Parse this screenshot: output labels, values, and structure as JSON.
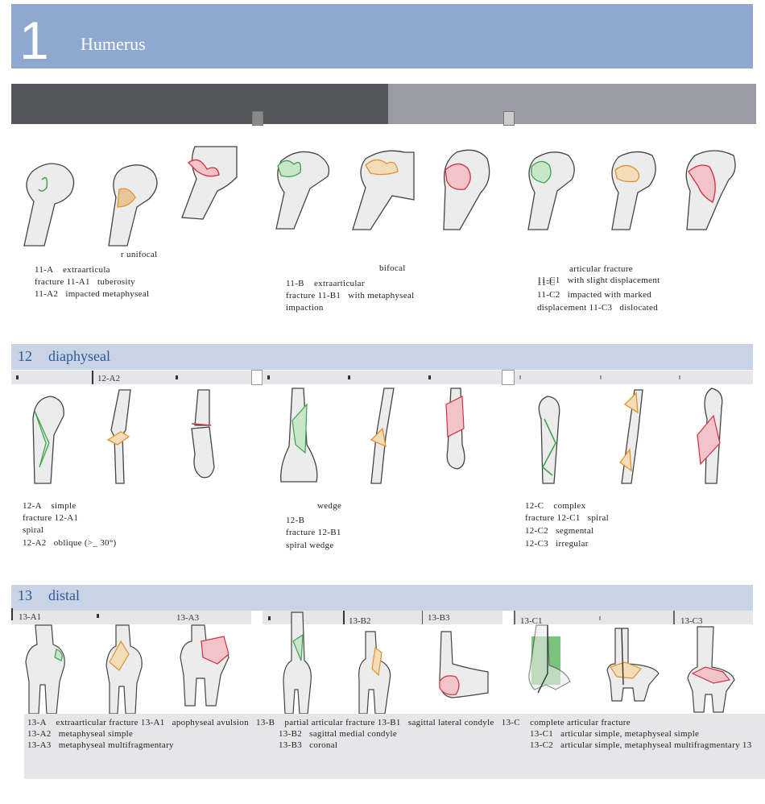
{
  "header": {
    "number": "1",
    "title": "Humerus"
  },
  "section11": {
    "captions": {
      "a_pre": "r unifocal",
      "a_1": "11-A    extraarticula",
      "a_2": "fracture 11-A1   tuberosity",
      "a_3": "11-A2   impacted metaphyseal",
      "b_pre": "bifocal",
      "b_1": "11-B    extraarticular",
      "b_2": "fracture 11-B1   with metaphyseal",
      "b_3": "impaction",
      "c_pre": "articular fracture",
      "c_1": "11-C1   with slight displacement",
      "c_overlap": "11-C",
      "c_2": "11-C2   impacted with marked",
      "c_3": "displacement 11-C3   dislocated"
    }
  },
  "section12": {
    "number": "12",
    "name": "diaphyseal",
    "tab_a2": "12-A2",
    "captions": {
      "a_1": "12-A    simple",
      "a_2": "fracture 12-A1",
      "a_3": "spiral",
      "a_4": "12-A2   oblique (>_ 30°)",
      "b_pre": "wedge",
      "b_1": "12-B",
      "b_2": "fracture 12-B1",
      "b_3": "spiral wedge",
      "c_1": "12-C    complex",
      "c_2": "fracture 12-C1   spiral",
      "c_3": "12-C2   segmental",
      "c_4": "12-C3   irregular"
    }
  },
  "section13": {
    "number": "13",
    "name": "distal",
    "tabs": [
      "13-A1",
      "13-A3",
      "13-B2",
      "13-B3",
      "13-C1",
      "13-C3"
    ],
    "captions": {
      "line1": "13-A    extraarticular fracture 13-A1   apophyseal avulsion   13-B    partial articular fracture 13-B1   sagittal lateral condyle   13-C    complete articular fracture",
      "line2a": "13-A2   metaphyseal simple",
      "line2b": "13-B2   sagittal medial condyle",
      "line2c": "13-C1   articular simple, metaphyseal simple",
      "line3a": "13-A3   metaphyseal multifragmentary",
      "line3b": "13-B3   coronal",
      "line3c": "13-C2   articular simple, metaphyseal multifragmentary 13"
    }
  },
  "colors": {
    "header_bg": "#8ea8cf",
    "section_bg": "#c9d3e6",
    "section_text": "#2a5a95",
    "type_a": "#3fa34d",
    "type_b": "#e0922e",
    "type_c": "#d23040"
  }
}
